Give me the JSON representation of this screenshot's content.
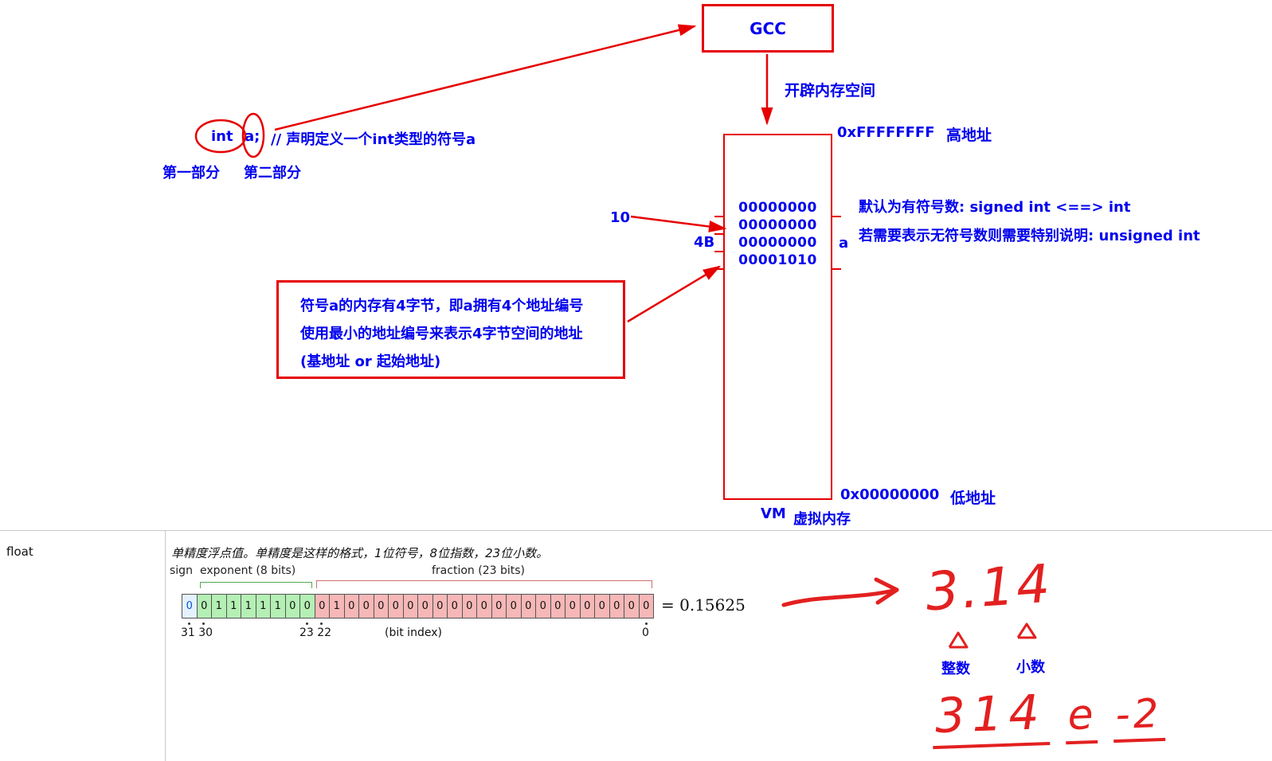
{
  "top": {
    "gcc_label": "GCC",
    "open_memory": "开辟内存空间"
  },
  "declaration": {
    "keyword": "int",
    "variable": "a;",
    "comment": "// 声明定义一个int类型的符号a",
    "part1": "第一部分",
    "part2": "第二部分"
  },
  "memory": {
    "bytes": [
      "00000000",
      "00000000",
      "00000000",
      "00001010"
    ],
    "value_label": "10",
    "size_label": "4B",
    "var_label": "a",
    "high_address": "0xFFFFFFFF",
    "high_address_label": "高地址",
    "low_address": "0x00000000",
    "low_address_label": "低地址",
    "vm_abbr": "VM",
    "vm_label": "虚拟内存"
  },
  "notes": {
    "signed": "默认为有符号数:  signed  int   <==>  int",
    "unsigned": "若需要表示无符号数则需要特别说明:  unsigned  int"
  },
  "note_box": {
    "lines": [
      "符号a的内存有4字节，即a拥有4个地址编号",
      "使用最小的地址编号来表示4字节空间的地址",
      "(基地址 or 起始地址)"
    ]
  },
  "float_section": {
    "term": "float",
    "description": "单精度浮点值。单精度是这样的格式，1位符号，8位指数，23位小数。",
    "sign_label": "sign",
    "exponent_label": "exponent (8 bits)",
    "fraction_label": "fraction (23 bits)",
    "sign_bits": [
      "0"
    ],
    "exponent_bits": [
      "0",
      "1",
      "1",
      "1",
      "1",
      "1",
      "0",
      "0"
    ],
    "fraction_bits": [
      "0",
      "1",
      "0",
      "0",
      "0",
      "0",
      "0",
      "0",
      "0",
      "0",
      "0",
      "0",
      "0",
      "0",
      "0",
      "0",
      "0",
      "0",
      "0",
      "0",
      "0",
      "0",
      "0"
    ],
    "result": "= 0.15625",
    "index_left": "31 30",
    "index_mid": "23 22",
    "index_caption": "(bit index)",
    "index_right": "0"
  },
  "handwriting": {
    "value": "3.14",
    "integer_label": "整数",
    "fraction_label": "小数",
    "mantissa": "314",
    "e": "e",
    "exponent": "-2"
  }
}
